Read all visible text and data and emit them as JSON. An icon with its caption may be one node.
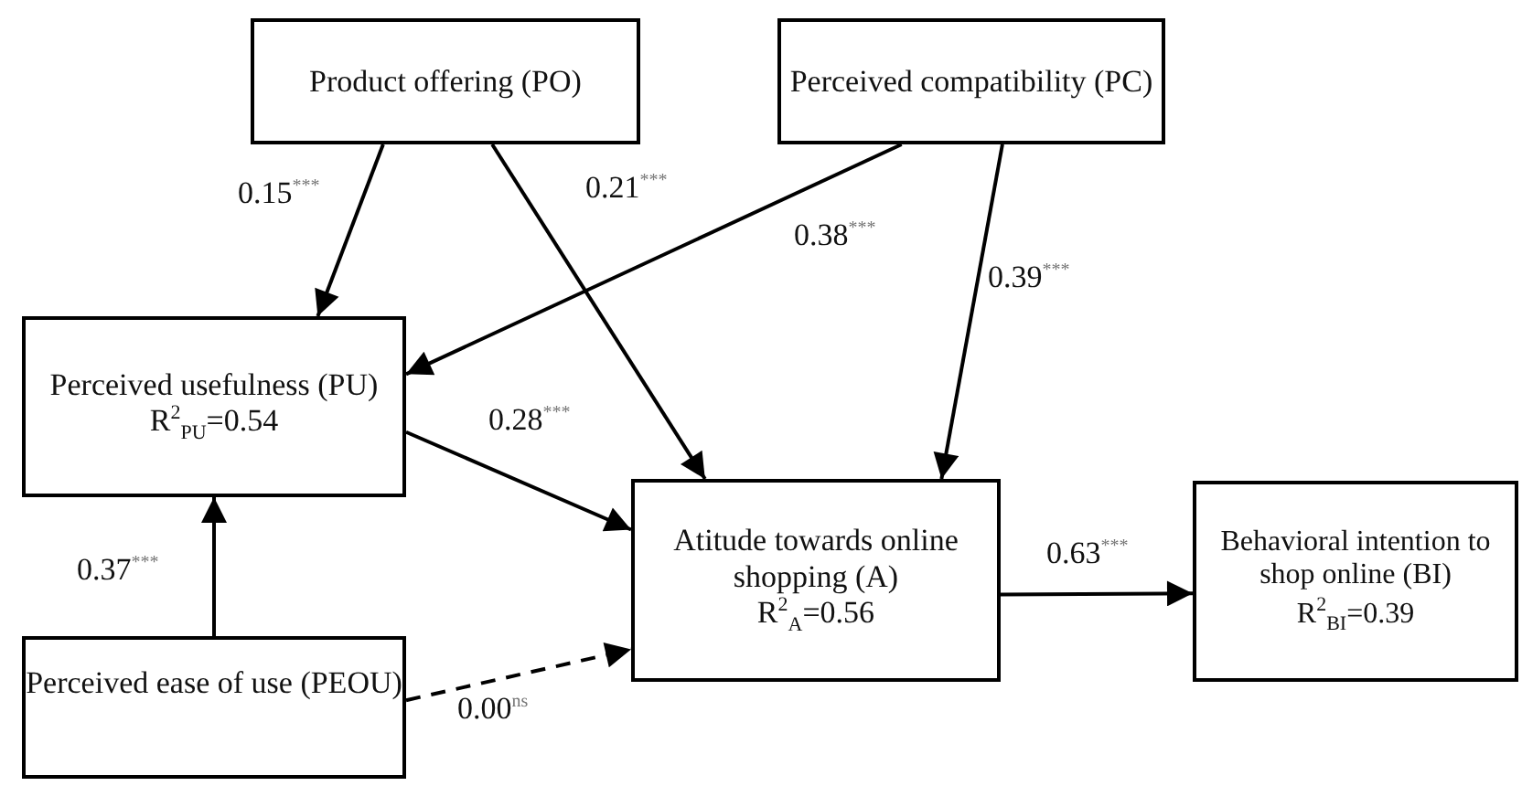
{
  "diagram": {
    "nodes": [
      {
        "text": [
          "Product offering (PO)"
        ]
      },
      {
        "text": [
          "Perceived compatibility (PC)"
        ]
      },
      {
        "text": [
          "Perceived usefulness (PU)",
          "R$^{2}$$_{PU}$=0.54"
        ]
      },
      {
        "text": [
          "Perceived ease of use (PEOU)"
        ]
      },
      {
        "text": [
          "Atitude towards online shopping (A)",
          "R$^{2}$$_{A}$=0.56"
        ]
      },
      {
        "text": [
          "Behavioral intention to shop online (BI)",
          "R$^{2}$$_{BI}$=0.39"
        ]
      }
    ],
    "edges": [
      {
        "from": 0,
        "to": 2,
        "arrow": "to",
        "label": "0.15$^{***}$"
      },
      {
        "from": 0,
        "to": 4,
        "arrow": "to",
        "label": "0.21$^{***}$"
      },
      {
        "from": 1,
        "to": 2,
        "arrow": "to",
        "label": "0.38$^{***}$"
      },
      {
        "from": 1,
        "to": 4,
        "arrow": "to",
        "label": "0.39$^{***}$"
      },
      {
        "from": 2,
        "to": 4,
        "arrow": "to",
        "label": "0.28$^{***}$"
      },
      {
        "from": 3,
        "to": 2,
        "arrow": "to",
        "label": "0.37$^{***}$"
      },
      {
        "from": 3,
        "to": 4,
        "arrow": "to",
        "label": "0.00$^{ns}$",
        "style": "dashed"
      },
      {
        "from": 4,
        "to": 5,
        "arrow": "to",
        "label": "0.63$^{***}$"
      }
    ]
  }
}
